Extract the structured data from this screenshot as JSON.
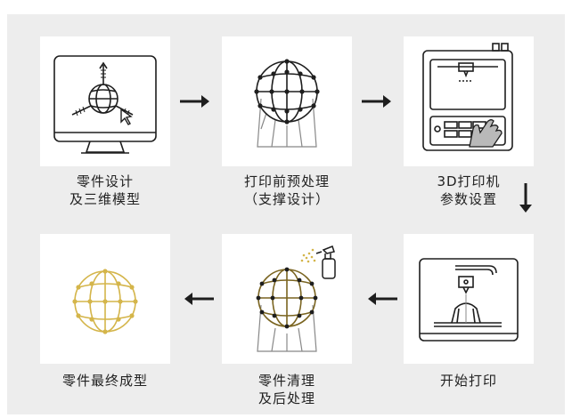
{
  "steps": [
    {
      "line1": "零件设计",
      "line2": "及三维模型"
    },
    {
      "line1": "打印前预处理",
      "line2": "（支撑设计）"
    },
    {
      "line1": "3D打印机",
      "line2": "参数设置"
    },
    {
      "line1": "零件最终成型",
      "line2": ""
    },
    {
      "line1": "零件清理",
      "line2": "及后处理"
    },
    {
      "line1": "开始打印",
      "line2": ""
    }
  ],
  "colors": {
    "background": "#ededed",
    "card": "#ffffff",
    "ink": "#1e1e1e",
    "gold": "#d4b54a"
  },
  "icons": [
    "monitor-sphere-icon",
    "sphere-support-icon",
    "printer-control-icon",
    "gold-sphere-icon",
    "spray-clean-icon",
    "printing-machine-icon",
    "arrow-right-icon",
    "arrow-down-icon",
    "arrow-left-icon"
  ]
}
